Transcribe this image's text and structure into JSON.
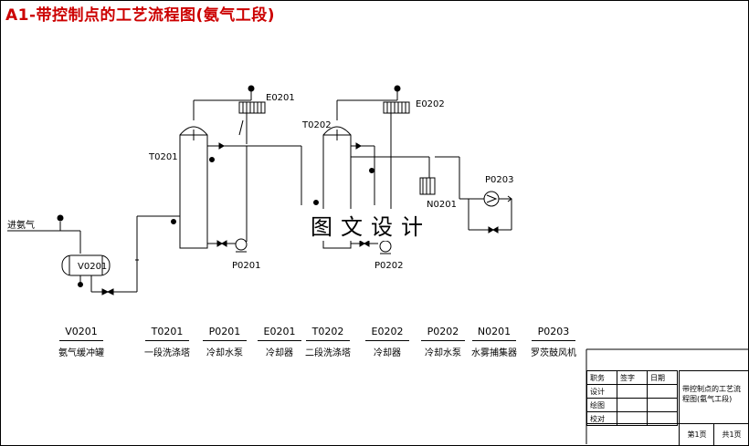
{
  "title": "A1-带控制点的工艺流程图(氨气工段)",
  "watermark": "图文设计",
  "inlet_label": "进氨气",
  "equipment_tags": {
    "v0201": "V0201",
    "t0201": "T0201",
    "t0202": "T0202",
    "e0201": "E0201",
    "e0202": "E0202",
    "p0201": "P0201",
    "p0202": "P0202",
    "p0203": "P0203",
    "n0201": "N0201"
  },
  "legend": [
    {
      "tag": "V0201",
      "name": "氨气缓冲罐"
    },
    {
      "tag": "T0201",
      "name": "一段洗涤塔"
    },
    {
      "tag": "P0201",
      "name": "冷却水泵"
    },
    {
      "tag": "E0201",
      "name": "冷却器"
    },
    {
      "tag": "T0202",
      "name": "二段洗涤塔"
    },
    {
      "tag": "E0202",
      "name": "冷却器"
    },
    {
      "tag": "P0202",
      "name": "冷却水泵"
    },
    {
      "tag": "N0201",
      "name": "水雾捕集器"
    },
    {
      "tag": "P0203",
      "name": "罗茨鼓风机"
    }
  ],
  "title_block": {
    "col_role": "职务",
    "col_sign": "签字",
    "col_date": "日期",
    "rows": [
      "设计",
      "绘图",
      "校对"
    ],
    "drawing_name": "带控制点的工艺流程图(氨气工段)",
    "sheet": "第1页",
    "total": "共1页"
  }
}
